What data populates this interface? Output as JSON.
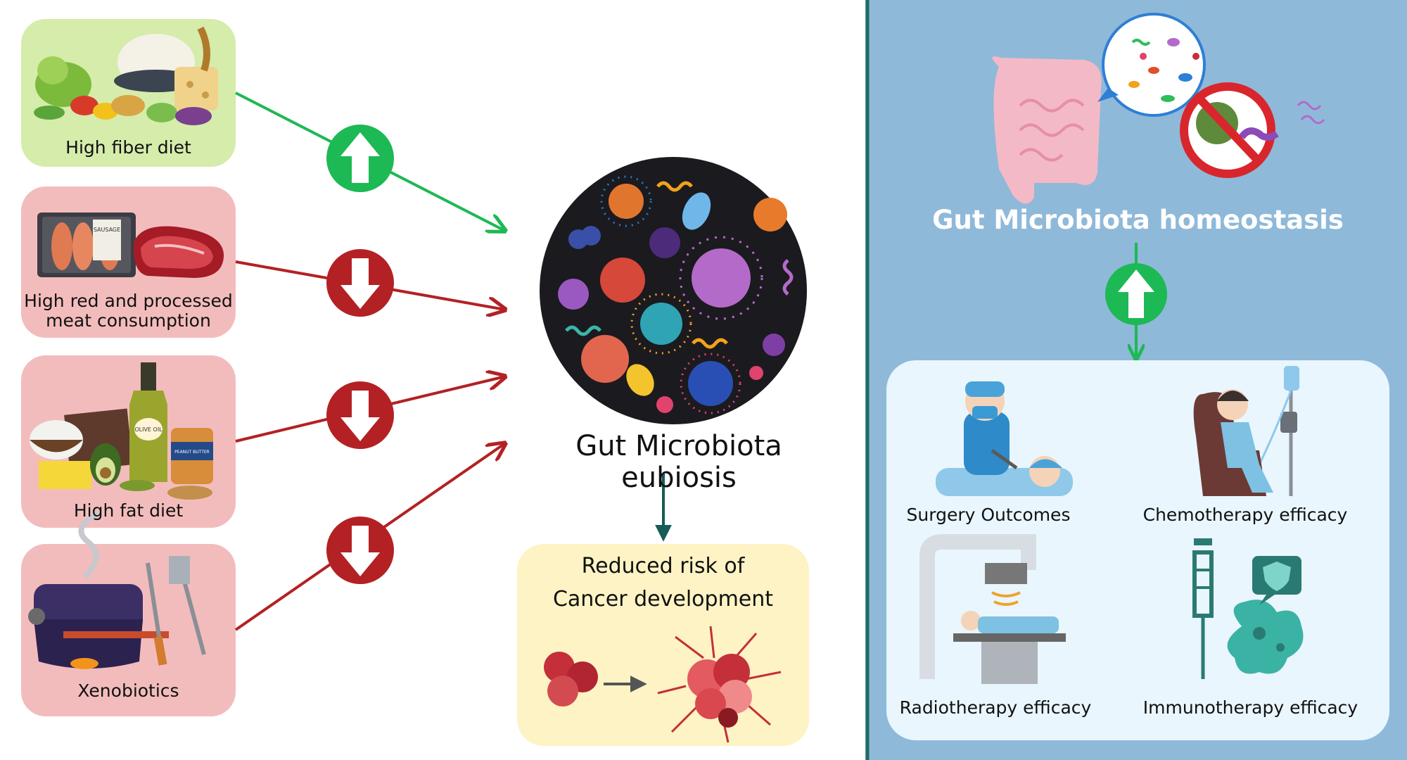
{
  "factors": [
    {
      "label": "High fiber diet",
      "effect": "up"
    },
    {
      "label_line1": "High red and processed",
      "label_line2": "meat consumption",
      "effect": "down"
    },
    {
      "label": "High fat diet",
      "effect": "down"
    },
    {
      "label": "Xenobiotics",
      "effect": "down"
    }
  ],
  "center": {
    "title": "Gut Microbiota eubiosis",
    "outcome_line1": "Reduced risk of",
    "outcome_line2": "Cancer development"
  },
  "right_panel": {
    "title": "Gut Microbiota homeostasis",
    "effect": "up",
    "outcomes": [
      "Surgery Outcomes",
      "Chemotherapy efficacy",
      "Radiotherapy efficacy",
      "Immunotherapy efficacy"
    ]
  },
  "image_text": {
    "sausage_label": "SAUSAGE",
    "olive_label": "OLIVE OIL",
    "peanut_label": "PEANUT BUTTER"
  },
  "colors": {
    "green_box": "#d5ecab",
    "red_box": "#f3bcbc",
    "green_arrow": "#1db954",
    "red_arrow": "#b32124",
    "panel_bg": "#8fb9d9",
    "panel_border": "#1f6a66",
    "panel_inner": "#e9f6fd",
    "outcome_box": "#fdf3c4",
    "teal_arrow": "#165c57"
  }
}
